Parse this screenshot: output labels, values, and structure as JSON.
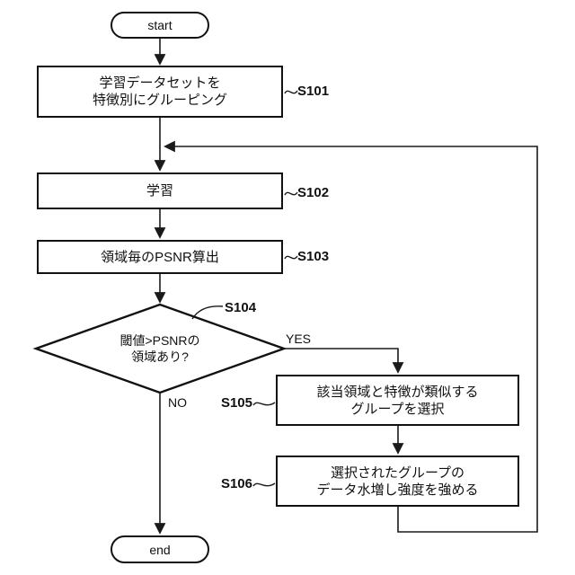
{
  "figure": {
    "type": "flowchart",
    "background": "#ffffff",
    "line_color": "#1a1a1a",
    "terminals": {
      "start": "start",
      "end": "end"
    },
    "branch_labels": {
      "yes": "YES",
      "no": "NO"
    },
    "steps": [
      {
        "label": "S101",
        "type": "process",
        "lines": [
          "学習データセットを",
          "特徴別にグルーピング"
        ]
      },
      {
        "label": "S102",
        "type": "process",
        "lines": [
          "学習"
        ]
      },
      {
        "label": "S103",
        "type": "process",
        "lines": [
          "領域毎のPSNR算出"
        ]
      },
      {
        "label": "S104",
        "type": "decision",
        "lines": [
          "閾値>PSNRの",
          "領域あり?"
        ]
      },
      {
        "label": "S105",
        "type": "process",
        "lines": [
          "該当領域と特徴が類似する",
          "グループを選択"
        ]
      },
      {
        "label": "S106",
        "type": "process",
        "lines": [
          "選択されたグループの",
          "データ水増し強度を強める"
        ]
      }
    ]
  }
}
